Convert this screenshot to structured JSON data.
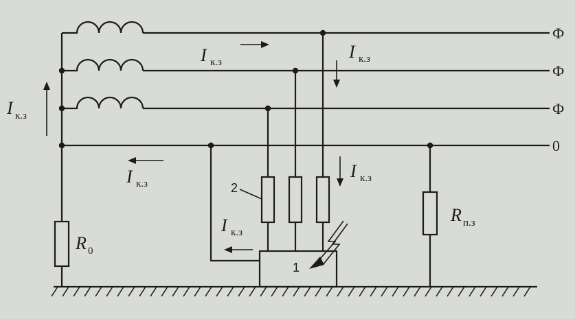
{
  "diagram": {
    "phase_labels": [
      "Ф",
      "Ф",
      "Ф"
    ],
    "neutral_label": "0",
    "current_symbol": "I",
    "current_subscript": "к.з",
    "resistor_r0": {
      "symbol": "R",
      "subscript": "0"
    },
    "resistor_rpz": {
      "symbol": "R",
      "subscript": "п.з"
    },
    "equipment_label": "1",
    "fuse_label": "2"
  },
  "colors": {
    "background": "#d9dbd6",
    "line": "#1b1b1b"
  }
}
